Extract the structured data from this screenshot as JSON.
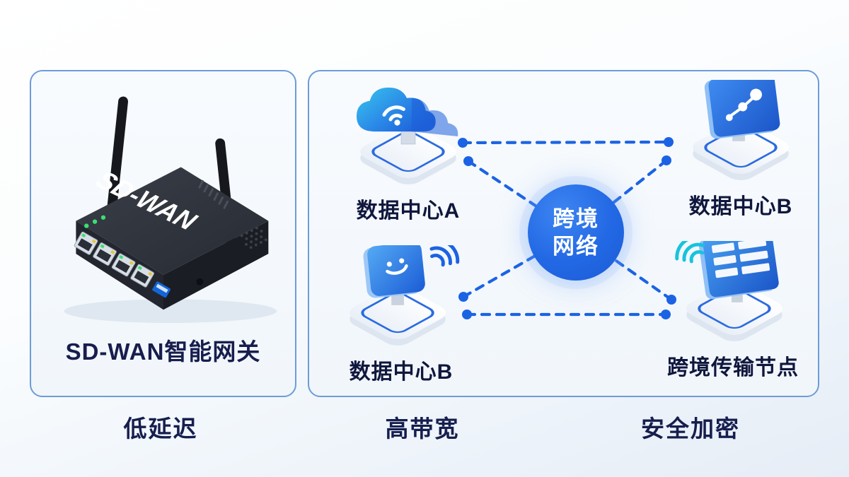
{
  "panels": {
    "gateway": {
      "device_label": "SD-WAN",
      "caption": "SD-WAN智能网关"
    },
    "network": {
      "center": {
        "line1": "跨境",
        "line2": "网络"
      },
      "nodes": [
        {
          "label": "数据中心A",
          "icon": "cloud-wifi-icon"
        },
        {
          "label": "数据中心B",
          "icon": "chart-monitor-icon"
        },
        {
          "label": "数据中心B",
          "icon": "smiley-device-icon"
        },
        {
          "label": "跨境传输节点",
          "icon": "server-panel-wifi-icon"
        }
      ]
    }
  },
  "footer": {
    "captions": [
      "低延迟",
      "高带宽",
      "安全加密"
    ]
  },
  "colors": {
    "accent_blue": "#2166e3",
    "dash_blue": "#1b63e4",
    "navy_text": "#161e4e",
    "panel_border": "#6d9cd8",
    "teal_wifi": "#18c3dd",
    "led_green": "#39e070",
    "circle_blue": "#2268e4"
  }
}
